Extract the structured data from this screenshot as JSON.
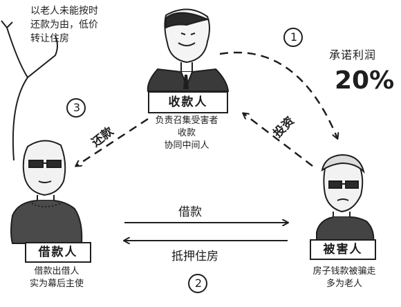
{
  "note_top_left": [
    "以老人未能按时",
    "还款为由，低价",
    "转让住房"
  ],
  "promise": {
    "label": "承诺利润",
    "value": "20%"
  },
  "steps": {
    "one": "1",
    "two": "2",
    "three": "3"
  },
  "collector": {
    "title": "收款人",
    "desc": [
      "负责召集受害者",
      "收款",
      "协同中间人"
    ]
  },
  "borrower": {
    "title": "借款人",
    "desc": [
      "借款出借人",
      "实为幕后主使"
    ]
  },
  "victim": {
    "title": "被害人",
    "desc": [
      "房子钱款被骗走",
      "多为老人"
    ]
  },
  "edges": {
    "repay": "还款",
    "invest": "投资",
    "loan": "借款",
    "mortgage": "抵押住房"
  }
}
